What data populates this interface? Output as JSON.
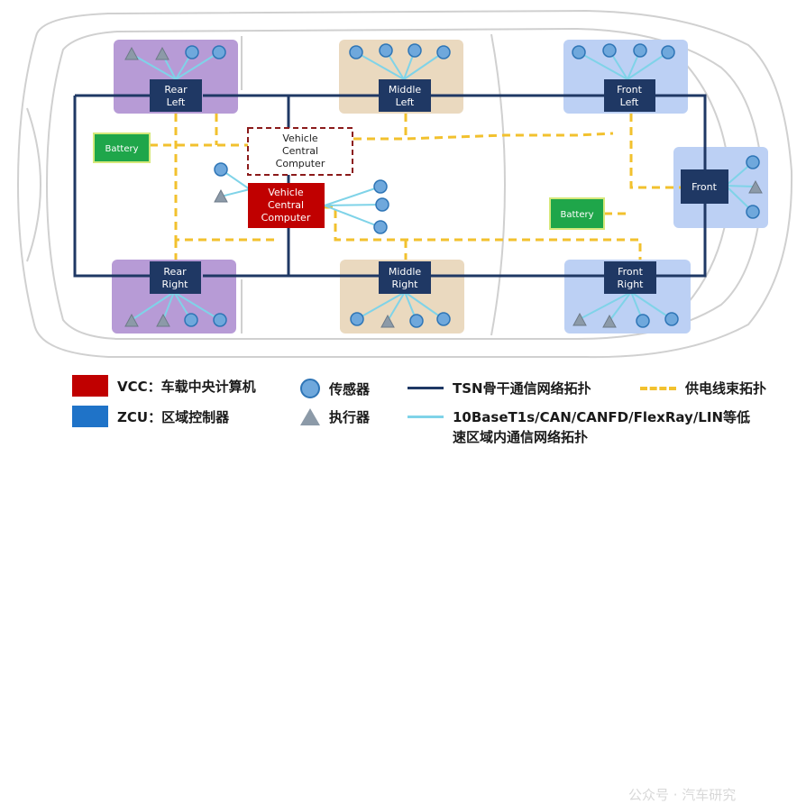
{
  "zones": {
    "rear_left": [
      "Rear",
      "Left"
    ],
    "middle_left": [
      "Middle",
      "Left"
    ],
    "front_left": [
      "Front",
      "Left"
    ],
    "rear_right": [
      "Rear",
      "Right"
    ],
    "middle_right": [
      "Middle",
      "Right"
    ],
    "front_right": [
      "Front",
      "Right"
    ],
    "front": [
      "Front"
    ]
  },
  "vcc_backup": [
    "Vehicle",
    "Central",
    "Computer"
  ],
  "vcc_main": [
    "Vehicle",
    "Central",
    "Computer"
  ],
  "battery_left": "Battery",
  "battery_right": "Battery",
  "legend": {
    "vcc": "VCC：车载中央计算机",
    "zcu": "ZCU：区域控制器",
    "sensor": "传感器",
    "actuator": "执行器",
    "tsn": "TSN骨干通信网络拓扑",
    "power": "供电线束拓扑",
    "local_line1": "10BaseT1s/CAN/CANFD/FlexRay/LIN等低",
    "local_line2": "速区域内通信网络拓扑"
  },
  "watermark": "公众号 · 汽车研究",
  "colors": {
    "vcc_red": "#c00000",
    "zcu_blue": "#1f5fa8",
    "backbone": "#1f3864",
    "power": "#f2c12e",
    "local": "#7fd3e8",
    "battery": "#1fa64a",
    "zone_purple": "#b79bd6",
    "zone_beige": "#ead9bf",
    "zone_blue": "#bcd0f4"
  }
}
